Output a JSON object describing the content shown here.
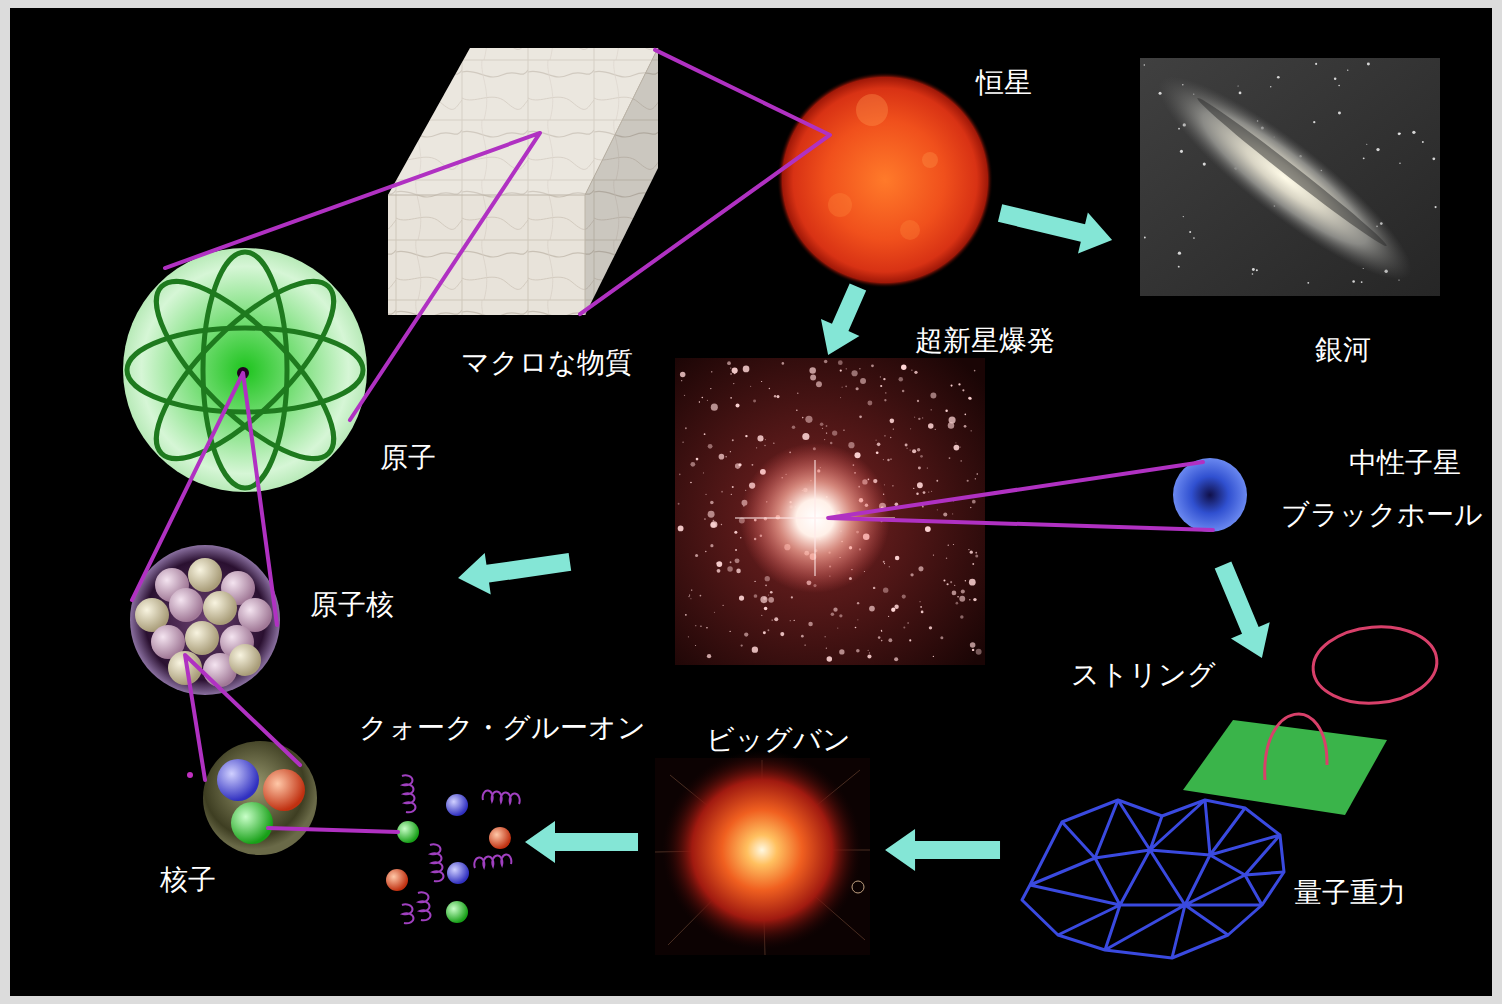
{
  "diagram": {
    "nodes": [
      {
        "text": [
          "マクロな物質"
        ]
      },
      {
        "text": [
          "恒星"
        ]
      },
      {
        "text": [
          "銀河"
        ]
      },
      {
        "text": [
          "原子"
        ]
      },
      {
        "text": [
          "超新星爆発"
        ]
      },
      {
        "text": [
          "中性子星",
          "ブラックホール"
        ]
      },
      {
        "text": [
          "原子核"
        ]
      },
      {
        "text": [
          "ストリング"
        ]
      },
      {
        "text": [
          "クォーク・グルーオン"
        ]
      },
      {
        "text": [
          "ビッグバン"
        ]
      },
      {
        "text": [
          "核子"
        ]
      },
      {
        "text": [
          "量子重力"
        ]
      }
    ],
    "edges": [
      {
        "from": 1,
        "to": 0,
        "arrow": "none"
      },
      {
        "from": 0,
        "to": 3,
        "arrow": "none"
      },
      {
        "from": 3,
        "to": 6,
        "arrow": "none"
      },
      {
        "from": 6,
        "to": 10,
        "arrow": "none"
      },
      {
        "from": 10,
        "to": 8,
        "arrow": "none"
      },
      {
        "from": 1,
        "to": 2,
        "arrow": "to"
      },
      {
        "from": 1,
        "to": 4,
        "arrow": "to"
      },
      {
        "from": 4,
        "to": 6,
        "arrow": "to"
      },
      {
        "from": 4,
        "to": 5,
        "arrow": "none"
      },
      {
        "from": 5,
        "to": 7,
        "arrow": "to"
      },
      {
        "from": 11,
        "to": 9,
        "arrow": "to"
      },
      {
        "from": 9,
        "to": 8,
        "arrow": "to"
      }
    ]
  }
}
